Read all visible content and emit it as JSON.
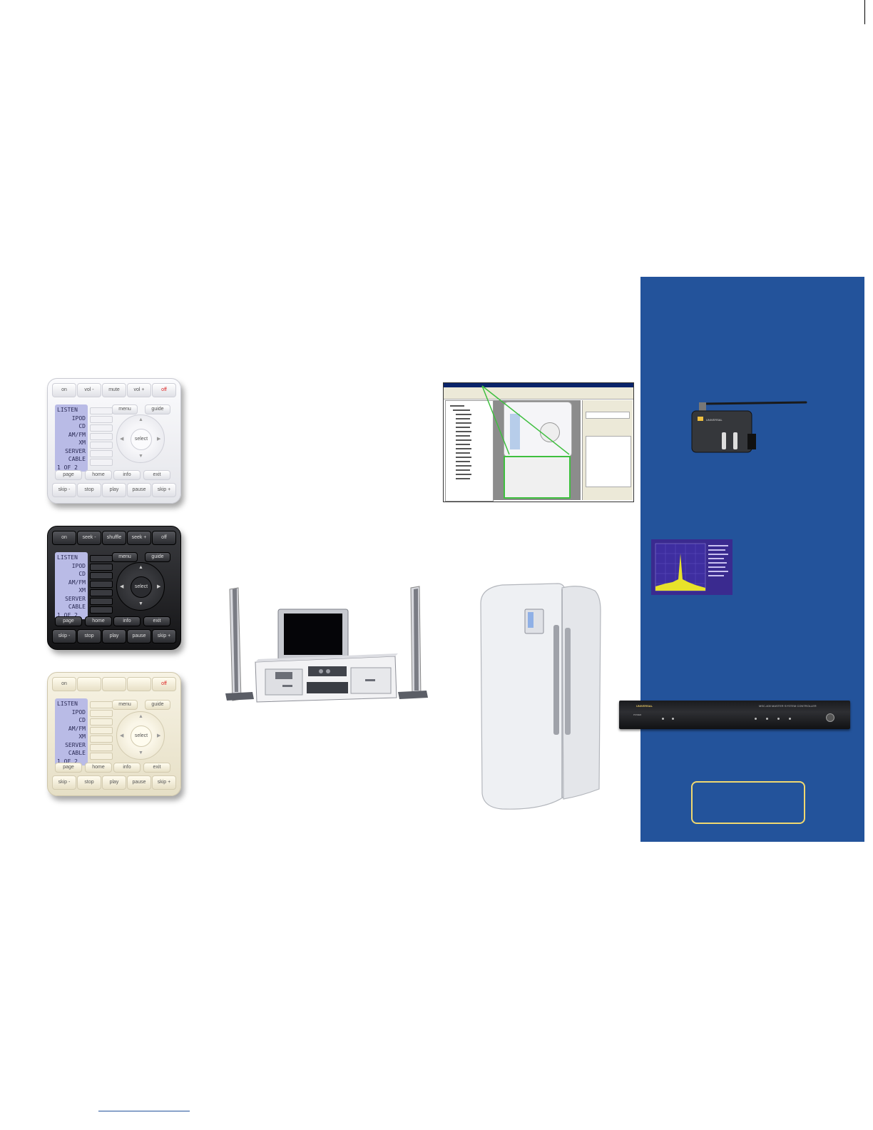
{
  "remotes": [
    {
      "id": "white",
      "top_row": [
        "on",
        "vol -",
        "mute",
        "vol +",
        "off"
      ],
      "lcd": [
        "LISTEN",
        "IPOD",
        "CD",
        "AM/FM",
        "XM",
        "SERVER",
        "CABLE",
        "1 OF 2"
      ],
      "side": [
        "menu",
        "guide"
      ],
      "center": "select",
      "row3": [
        "page",
        "home",
        "info",
        "exit"
      ],
      "row4": [
        "skip -",
        "stop",
        "play",
        "pause",
        "skip +"
      ]
    },
    {
      "id": "black",
      "top_row": [
        "on",
        "seek -",
        "shuffle",
        "seek +",
        "off"
      ],
      "lcd": [
        "LISTEN",
        "IPOD",
        "CD",
        "AM/FM",
        "XM",
        "SERVER",
        "CABLE",
        "1 OF 2"
      ],
      "side": [
        "menu",
        "guide"
      ],
      "center": "select",
      "row3": [
        "page",
        "home",
        "info",
        "exit"
      ],
      "row4": [
        "skip -",
        "stop",
        "play",
        "pause",
        "skip +"
      ]
    },
    {
      "id": "cream",
      "top_row": [
        "on",
        "",
        "",
        "",
        "off"
      ],
      "lcd": [
        "LISTEN",
        "IPOD",
        "CD",
        "AM/FM",
        "XM",
        "SERVER",
        "CABLE",
        "1 OF 2"
      ],
      "side": [
        "menu",
        "guide"
      ],
      "center": "select",
      "row3": [
        "page",
        "home",
        "info",
        "exit"
      ],
      "row4": [
        "skip -",
        "stop",
        "play",
        "pause",
        "skip +"
      ]
    }
  ],
  "rack_controller": {
    "label": "MSC-400 MASTER SYSTEM CONTROLLER",
    "brand": "UNIVERSAL",
    "power_label": "POWER"
  },
  "rf_base": {
    "brand": "UNIVERSAL"
  },
  "colors": {
    "panel_blue": "#23539b",
    "callout_border": "#f0d870",
    "software_highlight": "#3fbf3f",
    "footer_rule": "#23539b"
  }
}
